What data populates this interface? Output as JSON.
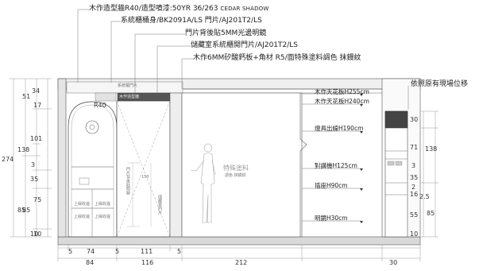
{
  "callouts": [
    {
      "text": "木作造型牆R40/造型噴漆:50YR 36/263",
      "suffix": "CEDAR SHADOW"
    },
    {
      "text": "系統櫃桶身/BK2091A/LS 門片/AJ201T2/LS",
      "suffix": ""
    },
    {
      "text": "門片背後貼5MM光邊明鏡",
      "suffix": ""
    },
    {
      "text": "儲藏室系統櫃開門片/AJ201T2/LS",
      "suffix": ""
    },
    {
      "text": "木作6MM矽酸鈣板+角材 R5/面特殊塗料調色 抹鏝紋",
      "suffix": ""
    }
  ],
  "right_note": "依照原有現場位移",
  "left_dims": {
    "outer": "274",
    "middle": [
      "138",
      "85"
    ],
    "inner": [
      "51",
      "101",
      "3",
      "35",
      "85",
      "10"
    ],
    "inner2": [
      "34",
      "17",
      "75",
      "10"
    ]
  },
  "right_dims": {
    "inner": [
      "30",
      "71",
      "3",
      "35",
      "2",
      "16",
      "2.5",
      "55",
      "10"
    ],
    "outer": [
      "138",
      "85"
    ]
  },
  "bottom_dims": {
    "top_row": [
      "5",
      "74",
      "5",
      "111",
      "5"
    ],
    "bottom_row": [
      "84",
      "116",
      "212",
      "30"
    ]
  },
  "radius_label": "R40",
  "levels": [
    "木作天花板H255cm",
    "木作天花板H240cm",
    "燈具出線H190cm",
    "對講機H125cm",
    "插座H90cm",
    "明鏡H30cm"
  ],
  "special_paint": {
    "title": "特殊塗料",
    "sub": "調色 抹鏝紋"
  },
  "faint_labels": {
    "arch_top": "系統櫃門片",
    "arch_top2": "木作造型牆",
    "panel_vertical": "門片背後貼明鏡",
    "door_mid": "150",
    "door_right": "儲藏室門片",
    "arch_bottom": [
      "上緣收邊",
      "上緣收邊",
      "上緣收邊",
      "上緣收邊"
    ]
  }
}
